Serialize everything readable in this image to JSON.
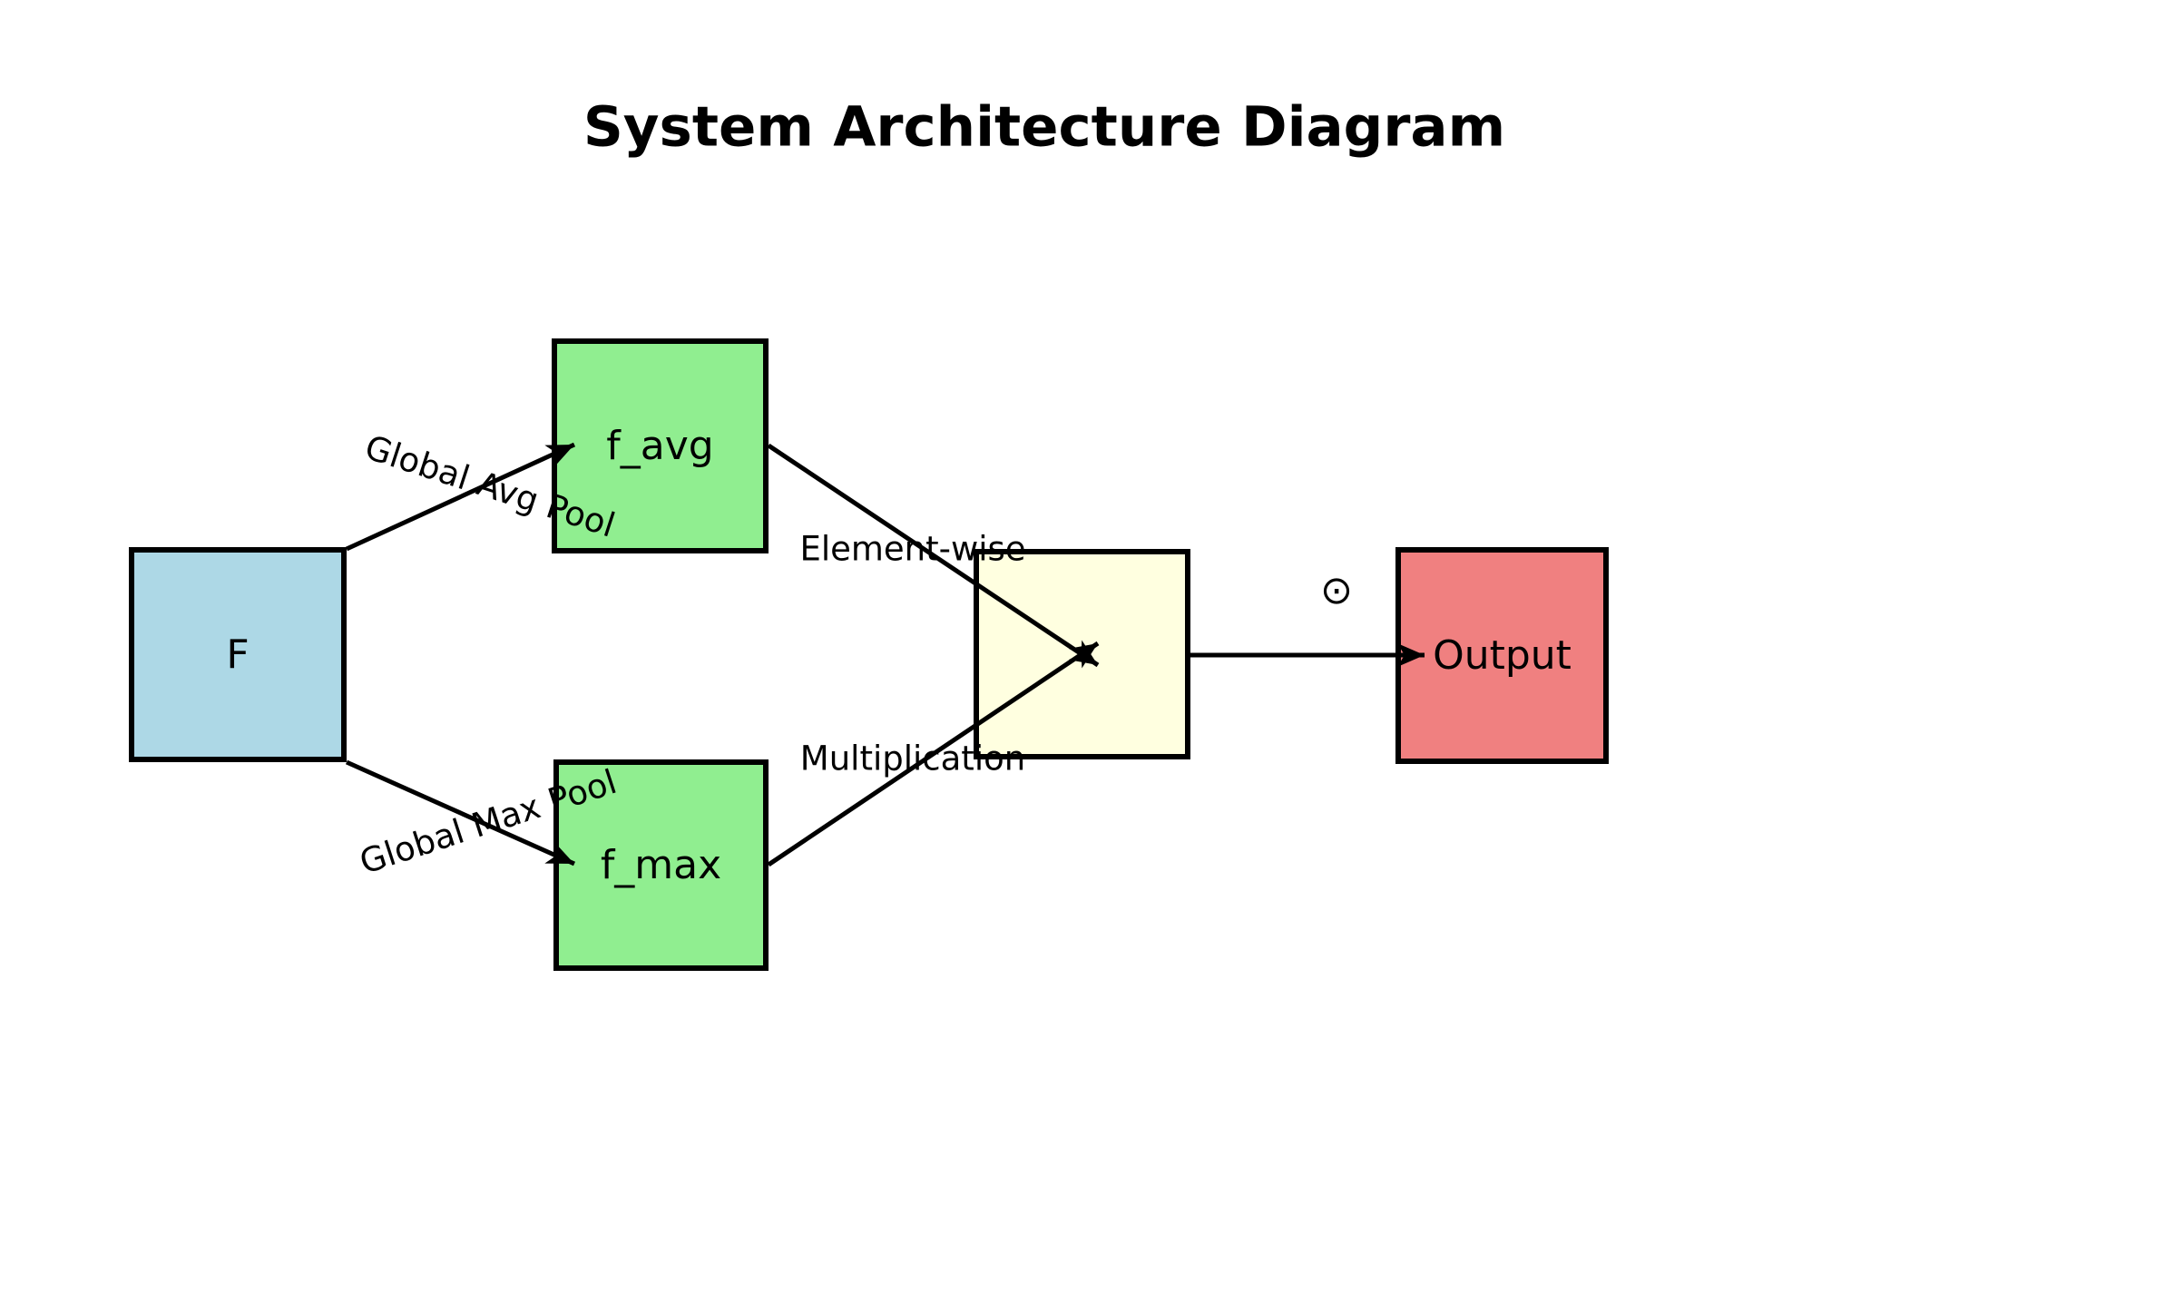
{
  "title": "System Architecture Diagram",
  "diagram": {
    "background": "#FFFFFF",
    "line_color": "#000000",
    "border_color": "#000000",
    "text_color": "#000000",
    "nodes": {
      "input": {
        "label": "F",
        "fill": "#ADD8E6"
      },
      "avg": {
        "label": "f_avg",
        "fill": "#90EE90"
      },
      "max": {
        "label": "f_max",
        "fill": "#90EE90"
      },
      "fuse": {
        "label": "",
        "fill": "#FFFFE0"
      },
      "output": {
        "label": "Output",
        "fill": "#F08080"
      }
    },
    "edge_labels": {
      "avg_pool": "Global Avg Pool",
      "max_pool": "Global Max Pool",
      "elementwise": "Element-wise",
      "multiplication": "Multiplication",
      "operator": "⊙"
    },
    "edges": [
      {
        "from": "F",
        "to": "f_avg",
        "label": "Global Avg Pool"
      },
      {
        "from": "F",
        "to": "f_max",
        "label": "Global Max Pool"
      },
      {
        "from": "f_avg",
        "to": "fuse",
        "label": "Element-wise"
      },
      {
        "from": "f_max",
        "to": "fuse",
        "label": "Multiplication"
      },
      {
        "from": "fuse",
        "to": "Output",
        "label": "⊙"
      }
    ]
  }
}
